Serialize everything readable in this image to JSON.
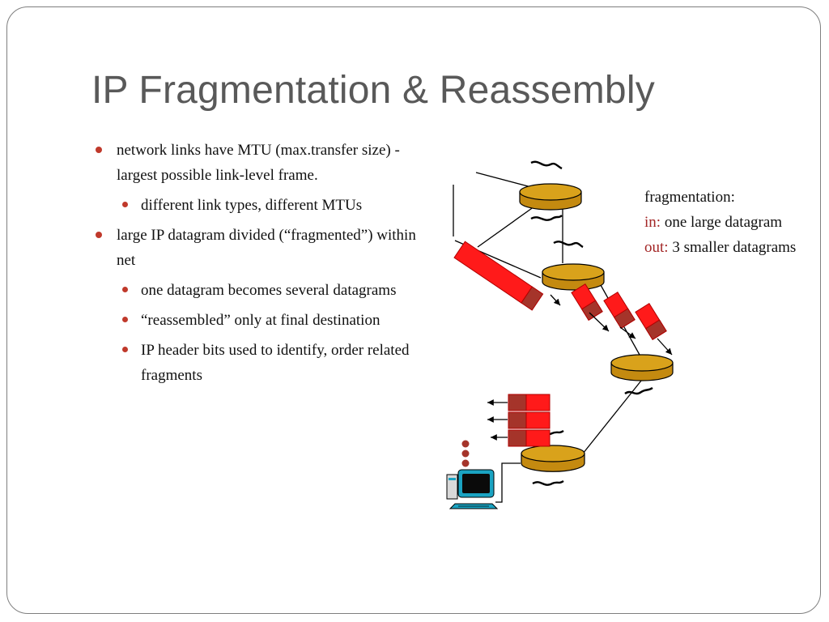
{
  "slide": {
    "title": "IP Fragmentation & Reassembly",
    "bullets": [
      {
        "level": 1,
        "text": "network links have MTU (max.transfer size) - largest possible link-level frame."
      },
      {
        "level": 2,
        "text": "different link types, different MTUs"
      },
      {
        "level": 1,
        "text": "large IP datagram divided (“fragmented”) within net"
      },
      {
        "level": 2,
        "text": "one datagram becomes several datagrams"
      },
      {
        "level": 2,
        "text": "“reassembled” only at final destination"
      },
      {
        "level": 2,
        "text": "IP header bits used to identify, order related fragments"
      }
    ],
    "caption": {
      "heading": "fragmentation:",
      "in_label": "in:",
      "in_text": " one large datagram",
      "out_label": "out:",
      "out_text": " 3 smaller datagrams"
    },
    "colors": {
      "title": "#595959",
      "bullet": "#c0392b",
      "keyword": "#a32626",
      "router_top": "#d9a21b",
      "router_side": "#c48a10",
      "datagram": "#ff1a1a",
      "datagram_header": "#a5342a"
    }
  }
}
